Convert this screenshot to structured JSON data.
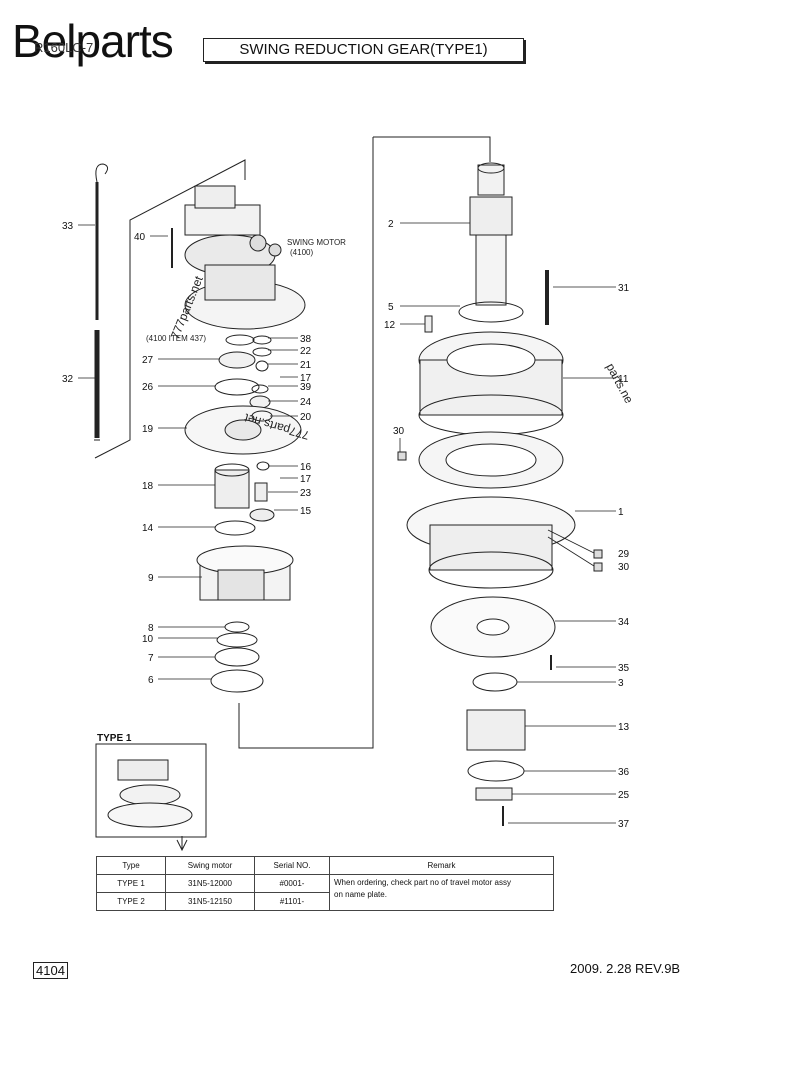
{
  "header": {
    "brand": "Belparts",
    "model_code": "R160LC-7",
    "title": "SWING REDUCTION GEAR(TYPE1)"
  },
  "annotations": {
    "swing_motor_line1": "SWING MOTOR",
    "swing_motor_line2": "(4100)",
    "item_ref": "(4100 ITEM 437)",
    "watermark_a": "777parts.net",
    "watermark_b": "777parts.net",
    "watermark_c": "parts.ne"
  },
  "callouts": [
    "33",
    "40",
    "32",
    "38",
    "22",
    "27",
    "21",
    "17",
    "26",
    "39",
    "24",
    "19",
    "20",
    "16",
    "17",
    "18",
    "23",
    "15",
    "14",
    "9",
    "8",
    "10",
    "7",
    "6",
    "2",
    "31",
    "5",
    "12",
    "11",
    "30",
    "1",
    "29",
    "30",
    "34",
    "35",
    "3",
    "13",
    "36",
    "25",
    "37"
  ],
  "type_box": {
    "label": "TYPE 1"
  },
  "table": {
    "headers": [
      "Type",
      "Swing motor",
      "Serial NO.",
      "Remark"
    ],
    "rows": [
      [
        "TYPE 1",
        "31N5-12000",
        "#0001-"
      ],
      [
        "TYPE 2",
        "31N5-12150",
        "#1101-"
      ]
    ],
    "remark_line1": "When ordering, check part no of travel motor assy",
    "remark_line2": "on name plate."
  },
  "footer": {
    "page": "4104",
    "revision": "2009. 2.28  REV.9B"
  }
}
